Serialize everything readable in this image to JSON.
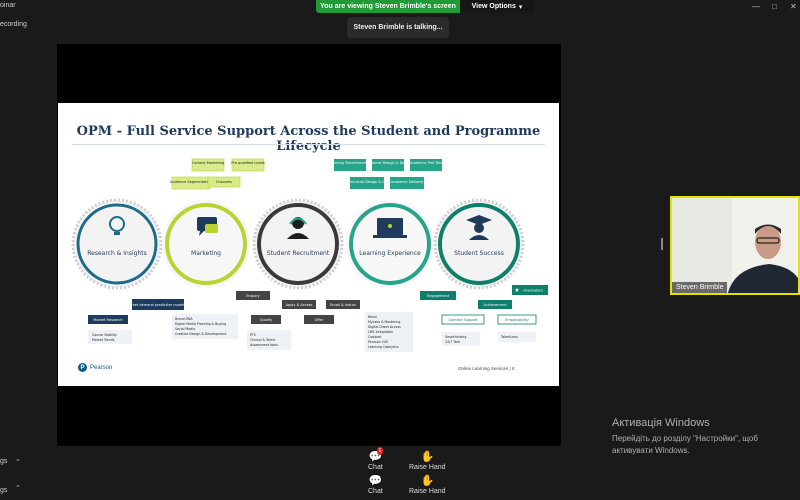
{
  "window": {
    "left_label_1": "oinar",
    "left_label_2": "ecording",
    "left_label_3": "gs",
    "left_label_4": "gs"
  },
  "banner": {
    "viewing_text": "You are viewing Steven Brimble's screen",
    "view_options_label": "View Options"
  },
  "talking": {
    "text": "Steven Brimble is talking..."
  },
  "slide": {
    "title": "OPM - Full Service Support Across the Student and Programme Lifecycle",
    "footer": "Online Learning Services  |  6",
    "logo": {
      "mark": "P",
      "text": "Pearson"
    },
    "stages": [
      {
        "label": "Research & Insights"
      },
      {
        "label": "Marketing"
      },
      {
        "label": "Student Recruitment"
      },
      {
        "label": "Learning Experience"
      },
      {
        "label": "Student Success"
      }
    ],
    "tags": {
      "marketing_top": [
        "Content Marketing",
        "Pre-qualified Leads",
        "Audience Segmentation",
        "Channels"
      ],
      "learning_top": [
        "Learning Transformation",
        "Course Design & Dev",
        "Academic Prof Dev",
        "Curriculum Design & Dev",
        "Academic Delivery"
      ],
      "success_right": [
        "Graduation",
        "Engagement",
        "Achievement",
        "Content Support",
        "Employability"
      ],
      "research_bottom": [
        "Market Research",
        "Market demand predictive modeling"
      ],
      "recruit_bottom": [
        "Enquiry",
        "Apply & Access",
        "Enroll & Induct",
        "Qualify",
        "Offer"
      ],
      "research_list": [
        "Course Viability",
        "Market Trends"
      ],
      "marketing_list": [
        "Brand DNA",
        "Digital Media Planning & Buying",
        "Social Media",
        "Creative Design & Development"
      ],
      "recruit_list": [
        "PTE",
        "Clinical & Talent",
        "Assessment tools"
      ],
      "learning_list": [
        "Revel",
        "MyLabs & Mastering",
        "Digital Direct Access",
        "LMS Integration",
        "Coolpart",
        "Pearson VUE",
        "Learning Catalytics"
      ],
      "success_list_1": [
        "Smarthinking",
        "24/7 Tech"
      ],
      "success_list_2": [
        "TalentLens"
      ]
    }
  },
  "video": {
    "participant_name": "Steven Brimble"
  },
  "watermark": {
    "title": "Активація Windows",
    "subtitle": "Перейдіть до розділу \"Настройки\", щоб активувати Windows."
  },
  "toolbar": {
    "chat_label": "Chat",
    "chat_badge": "1",
    "raise_hand_label": "Raise Hand",
    "chat_label_2": "Chat",
    "raise_hand_label_2": "Raise Hand"
  },
  "colors": {
    "research": "#1d6a8a",
    "marketing": "#b8d433",
    "recruitment": "#3a3a3a",
    "learning": "#27a58b",
    "success": "#0f7e6a",
    "title_navy": "#1e3a5c",
    "banner_green": "#1f9a36"
  },
  "icons": [
    "lightbulb-icon",
    "speech-bubble-icon",
    "headset-person-icon",
    "laptop-signal-icon",
    "graduate-icon",
    "star-icon",
    "hand-icon",
    "chat-icon"
  ]
}
